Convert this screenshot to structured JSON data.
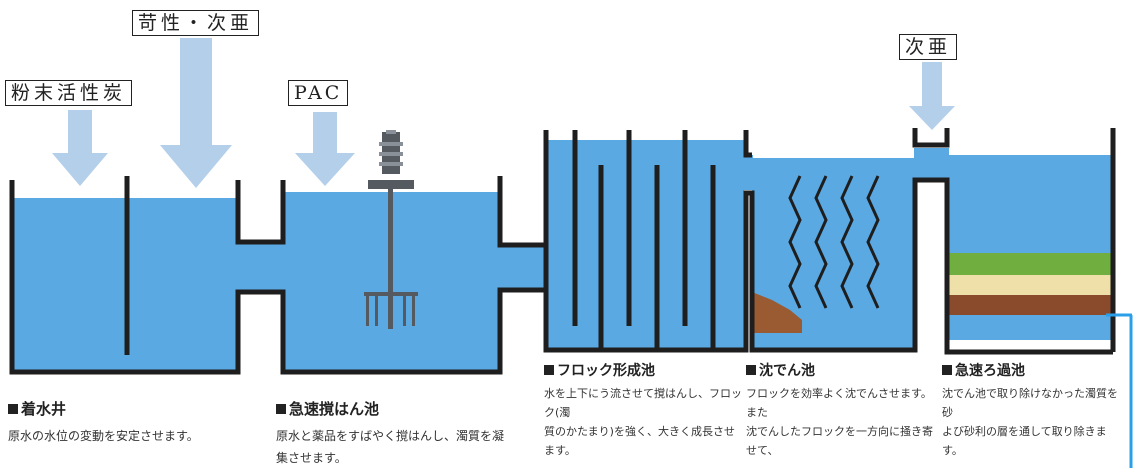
{
  "colors": {
    "water": "#5aa9e3",
    "water_deep": "#3d8fd0",
    "wall": "#1e1e1e",
    "arrow": "#b4cfea",
    "sludge": "#9a5a32",
    "sand_green": "#6fae3f",
    "sand_yellow": "#eee0a8",
    "gravel_brown": "#8a4a2c",
    "outlet_line": "#2a9fe8"
  },
  "callouts": {
    "activated_carbon": "粉末活性炭",
    "caustic_hypo": "苛性・次亜",
    "pac": "PAC",
    "hypo": "次亜"
  },
  "stages": [
    {
      "title": "着水井",
      "description": "原水の水位の変動を安定させます。"
    },
    {
      "title": "急速撹はん池",
      "description_lines": [
        "原水と薬品をすばやく撹はんし、濁質を凝",
        "集させます。"
      ]
    },
    {
      "title": "フロック形成池",
      "description_lines": [
        "水を上下にう流させて撹はんし、フロック(濁",
        "質のかたまり)を強く、大きく成長させます。"
      ]
    },
    {
      "title": "沈でん池",
      "description_lines": [
        "フロックを効率よく沈でんさせます。また",
        "沈でんしたフロックを一方向に掻き寄せて、"
      ]
    },
    {
      "title": "急速ろ過池",
      "description_lines": [
        "沈でん池で取り除けなかった濁質を砂",
        "よび砂利の層を通して取り除きます。"
      ]
    }
  ]
}
